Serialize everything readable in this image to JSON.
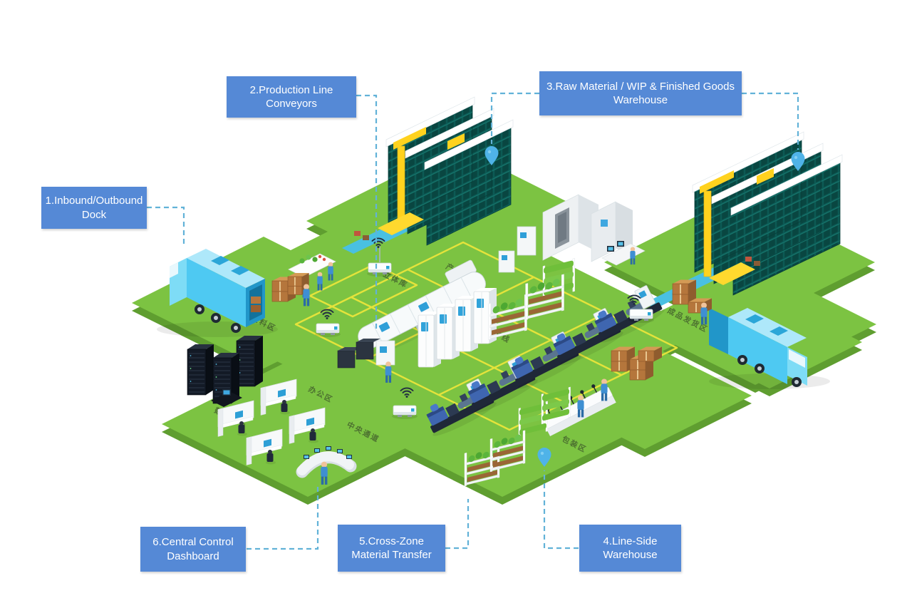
{
  "diagram": {
    "background_color": "#ffffff",
    "callouts": [
      {
        "label": "1.Inbound/Outbound Dock"
      },
      {
        "label": "2.Production Line Conveyors"
      },
      {
        "label": "3.Raw Material / WIP & Finished Goods Warehouse"
      },
      {
        "label": "4.Line-Side Warehouse"
      },
      {
        "label": "5.Cross-Zone Material Transfer"
      },
      {
        "label": "6.Central Control Dashboard"
      }
    ],
    "floor_labels": [
      {
        "text": "进料区"
      },
      {
        "text": "数据中心"
      },
      {
        "text": "办公区"
      },
      {
        "text": "中央通道"
      },
      {
        "text": "立体库"
      },
      {
        "text": "产线"
      },
      {
        "text": "产线"
      },
      {
        "text": "包装区"
      },
      {
        "text": "成品发货区"
      }
    ],
    "colors": {
      "callout_bg": "#5589d6",
      "callout_text": "#ffffff",
      "connector_dash": "#62b2d8",
      "floor_green": "#7cc342",
      "floor_edge_green": "#5f9e30",
      "lane_yellow": "#eae53b",
      "rack_teal": "#0c5a55",
      "crane_yellow": "#ffd21e",
      "truck_blue": "#4ec9f2",
      "pin_blue": "#4fb3e8",
      "crate_brown": "#b5763c"
    },
    "icon_markers": {
      "location_pin_count": 3,
      "wifi_agv_count": 4
    }
  }
}
